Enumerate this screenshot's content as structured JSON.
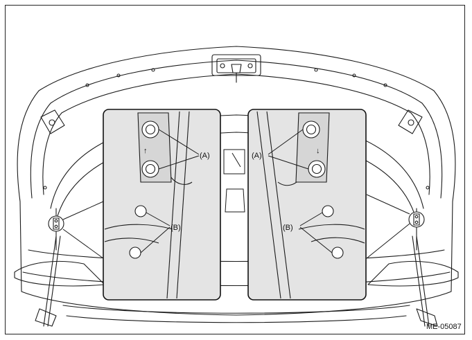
{
  "labels": {
    "callout_a": "(A)",
    "callout_b": "(B)",
    "figure_code": "ME-05087"
  },
  "panels": {
    "left": {
      "direction_arrow": "↑"
    },
    "right": {
      "direction_arrow": "↓"
    }
  },
  "colors": {
    "line": "#1a1a1a",
    "panel_fill": "#e4e4e4",
    "panel_border": "#111111",
    "background": "#ffffff"
  }
}
